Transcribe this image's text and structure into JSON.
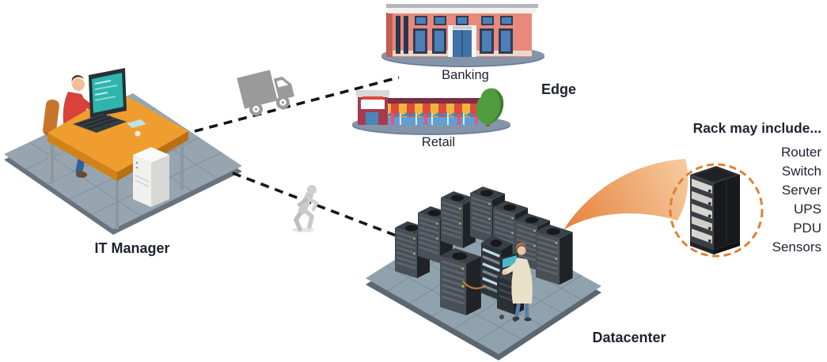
{
  "labels": {
    "it_manager": "IT Manager",
    "banking": "Banking",
    "retail": "Retail",
    "edge": "Edge",
    "datacenter": "Datacenter"
  },
  "rack_callout": {
    "title": "Rack may include...",
    "items": [
      "Router",
      "Switch",
      "Server",
      "UPS",
      "PDU",
      "Sensors"
    ]
  },
  "colors": {
    "accent_orange": "#e0812f",
    "text": "#1e2230",
    "dash_line": "#151515",
    "icon_gray": "#9a9a9a"
  },
  "icons": {
    "truck-icon": "gray delivery truck on dashed route to edge sites",
    "runner-icon": "gray running person on dashed route to datacenter",
    "rack-icon": "server rack inside dashed orange circle"
  }
}
